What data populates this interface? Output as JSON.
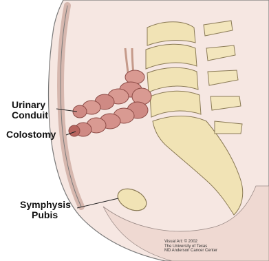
{
  "labels": {
    "urinary_conduit_line1": "Urinary",
    "urinary_conduit_line2": "Conduit",
    "colostomy": "Colostomy",
    "symphysis_line1": "Symphysis",
    "symphysis_line2": "Pubis"
  },
  "credit": {
    "line1": "Visual Art: © 2002",
    "line2": "The University of Texas",
    "line3": "MD Anderson Cancer Center"
  },
  "colors": {
    "skin": "#f6e7e2",
    "skin_shade": "#ead0c7",
    "bone": "#f1e3b5",
    "bone_shade": "#d9c27c",
    "bowel": "#d99a92",
    "bowel_shade": "#b8655f",
    "outline": "#6a6a6a"
  }
}
